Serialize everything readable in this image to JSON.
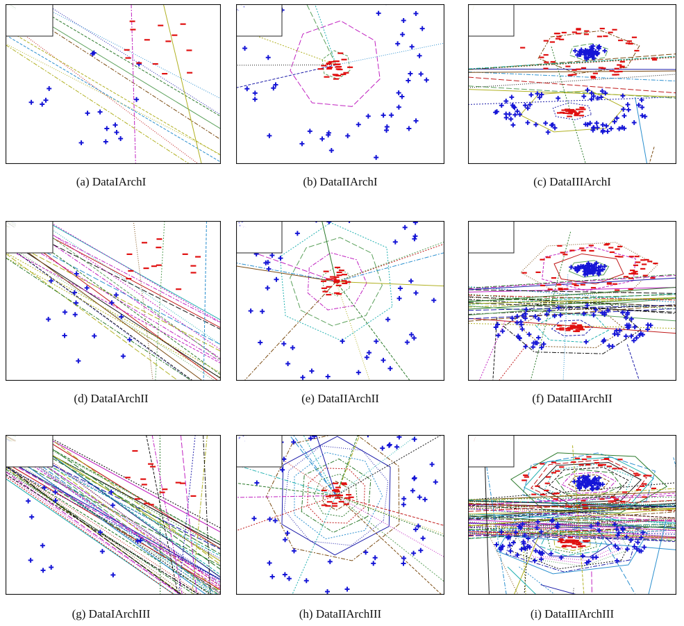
{
  "figure": {
    "panels": [
      {
        "id": "a",
        "caption": "(a) DataIArchI",
        "dataset": 1,
        "density": 10
      },
      {
        "id": "b",
        "caption": "(b) DataIIArchI",
        "dataset": 2,
        "density": 10
      },
      {
        "id": "c",
        "caption": "(c) DataIIIArchI",
        "dataset": 3,
        "density": 12
      },
      {
        "id": "d",
        "caption": "(d) DataIArchII",
        "dataset": 1,
        "density": 24
      },
      {
        "id": "e",
        "caption": "(e) DataIIArchII",
        "dataset": 2,
        "density": 22
      },
      {
        "id": "f",
        "caption": "(f) DataIIIArchII",
        "dataset": 3,
        "density": 26
      },
      {
        "id": "g",
        "caption": "(g) DataIArchIII",
        "dataset": 1,
        "density": 50
      },
      {
        "id": "h",
        "caption": "(h) DataIIArchIII",
        "dataset": 2,
        "density": 40
      },
      {
        "id": "i",
        "caption": "(i) DataIIIArchIII",
        "dataset": 3,
        "density": 60
      }
    ],
    "markers": {
      "positive": "+",
      "negative": "−"
    },
    "colors": {
      "positive": "#1515d6",
      "negative": "#e01010",
      "lines": [
        "#2b7a2b",
        "#c020c0",
        "#20b0b0",
        "#b0b020",
        "#1a1aa8",
        "#c01818",
        "#101010",
        "#2a8fcf",
        "#7a4a10",
        "#5aa05a"
      ]
    }
  }
}
